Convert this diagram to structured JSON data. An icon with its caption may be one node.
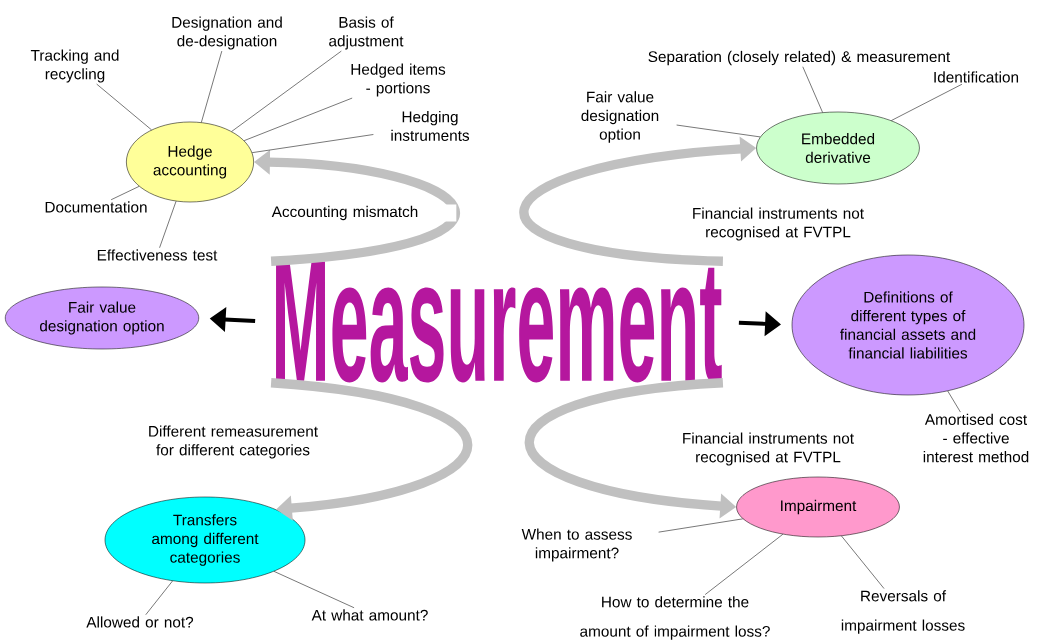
{
  "diagram": {
    "nodes": [
      {
        "text": [
          "Measurement"
        ]
      },
      {
        "text": [
          "Hedge accounting"
        ]
      },
      {
        "text": [
          "Tracking and recycling"
        ]
      },
      {
        "text": [
          "Designation and de-designation"
        ]
      },
      {
        "text": [
          "Basis of adjustment"
        ]
      },
      {
        "text": [
          "Hedged items - portions"
        ]
      },
      {
        "text": [
          "Hedging instruments"
        ]
      },
      {
        "text": [
          "Documentation"
        ]
      },
      {
        "text": [
          "Effectiveness test"
        ]
      },
      {
        "text": [
          "Embedded derivative"
        ]
      },
      {
        "text": [
          "Fair value designation option"
        ]
      },
      {
        "text": [
          "Separation (closely related) & measurement"
        ]
      },
      {
        "text": [
          "Identification"
        ]
      },
      {
        "text": [
          "Fair value designation option"
        ]
      },
      {
        "text": [
          "Definitions of different types of financial assets and financial liabilities"
        ]
      },
      {
        "text": [
          "Amortised cost - effective interest method"
        ]
      },
      {
        "text": [
          "Transfers among different categories"
        ]
      },
      {
        "text": [
          "Allowed or not?"
        ]
      },
      {
        "text": [
          "At what amount?"
        ]
      },
      {
        "text": [
          "Impairment"
        ]
      },
      {
        "text": [
          "When to assess impairment?"
        ]
      },
      {
        "text": [
          "How to determine the amount of impairment loss?"
        ]
      },
      {
        "text": [
          "Reversals of impairment losses"
        ]
      }
    ],
    "edges": [
      {
        "from": 0,
        "to": 1,
        "arrow": "to",
        "label": "Accounting mismatch",
        "style": "thick",
        "color": "#c0c0c0"
      },
      {
        "from": 0,
        "to": 9,
        "arrow": "to",
        "label": "Financial instruments not recognised at FVTPL",
        "style": "thick",
        "color": "#c0c0c0"
      },
      {
        "from": 0,
        "to": 13,
        "arrow": "to",
        "style": "thick"
      },
      {
        "from": 0,
        "to": 14,
        "arrow": "to",
        "style": "thick"
      },
      {
        "from": 0,
        "to": 16,
        "arrow": "to",
        "label": "Different remeasurement for different categories",
        "style": "thick",
        "color": "#c0c0c0"
      },
      {
        "from": 0,
        "to": 19,
        "arrow": "to",
        "label": "Financial instruments not recognised at FVTPL",
        "style": "thick",
        "color": "#c0c0c0"
      },
      {
        "from": 1,
        "to": 2,
        "arrow": "none"
      },
      {
        "from": 1,
        "to": 3,
        "arrow": "none"
      },
      {
        "from": 1,
        "to": 4,
        "arrow": "none"
      },
      {
        "from": 1,
        "to": 5,
        "arrow": "none"
      },
      {
        "from": 1,
        "to": 6,
        "arrow": "none"
      },
      {
        "from": 1,
        "to": 7,
        "arrow": "none"
      },
      {
        "from": 1,
        "to": 8,
        "arrow": "none"
      },
      {
        "from": 9,
        "to": 10,
        "arrow": "none"
      },
      {
        "from": 9,
        "to": 11,
        "arrow": "none"
      },
      {
        "from": 9,
        "to": 12,
        "arrow": "none"
      },
      {
        "from": 14,
        "to": 15,
        "arrow": "none"
      },
      {
        "from": 16,
        "to": 17,
        "arrow": "none"
      },
      {
        "from": 16,
        "to": 18,
        "arrow": "none"
      },
      {
        "from": 19,
        "to": 20,
        "arrow": "none"
      },
      {
        "from": 19,
        "to": 21,
        "arrow": "none"
      },
      {
        "from": 19,
        "to": 22,
        "arrow": "none"
      }
    ]
  }
}
